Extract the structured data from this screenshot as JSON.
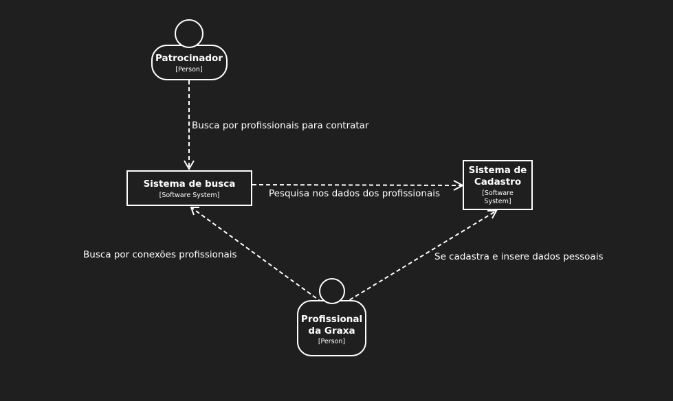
{
  "colors": {
    "background": "#1f1f1f",
    "foreground": "#ffffff"
  },
  "persons": {
    "patrocinador": {
      "title": "Patrocinador",
      "type": "[Person]"
    },
    "profissional": {
      "title_line1": "Profissional",
      "title_line2": "da Graxa",
      "type": "[Person]"
    }
  },
  "systems": {
    "busca": {
      "title": "Sistema de busca",
      "type": "[Software System]"
    },
    "cadastro": {
      "title_line1": "Sistema de",
      "title_line2": "Cadastro",
      "type_line1": "[Software",
      "type_line2": "System]"
    }
  },
  "relations": {
    "patrocinador_busca": "Busca por profissionais para contratar",
    "busca_cadastro": "Pesquisa nos dados dos profissionais",
    "profissional_busca": "Busca por conexões profissionais",
    "profissional_cadastro": "Se cadastra e insere dados pessoais"
  }
}
